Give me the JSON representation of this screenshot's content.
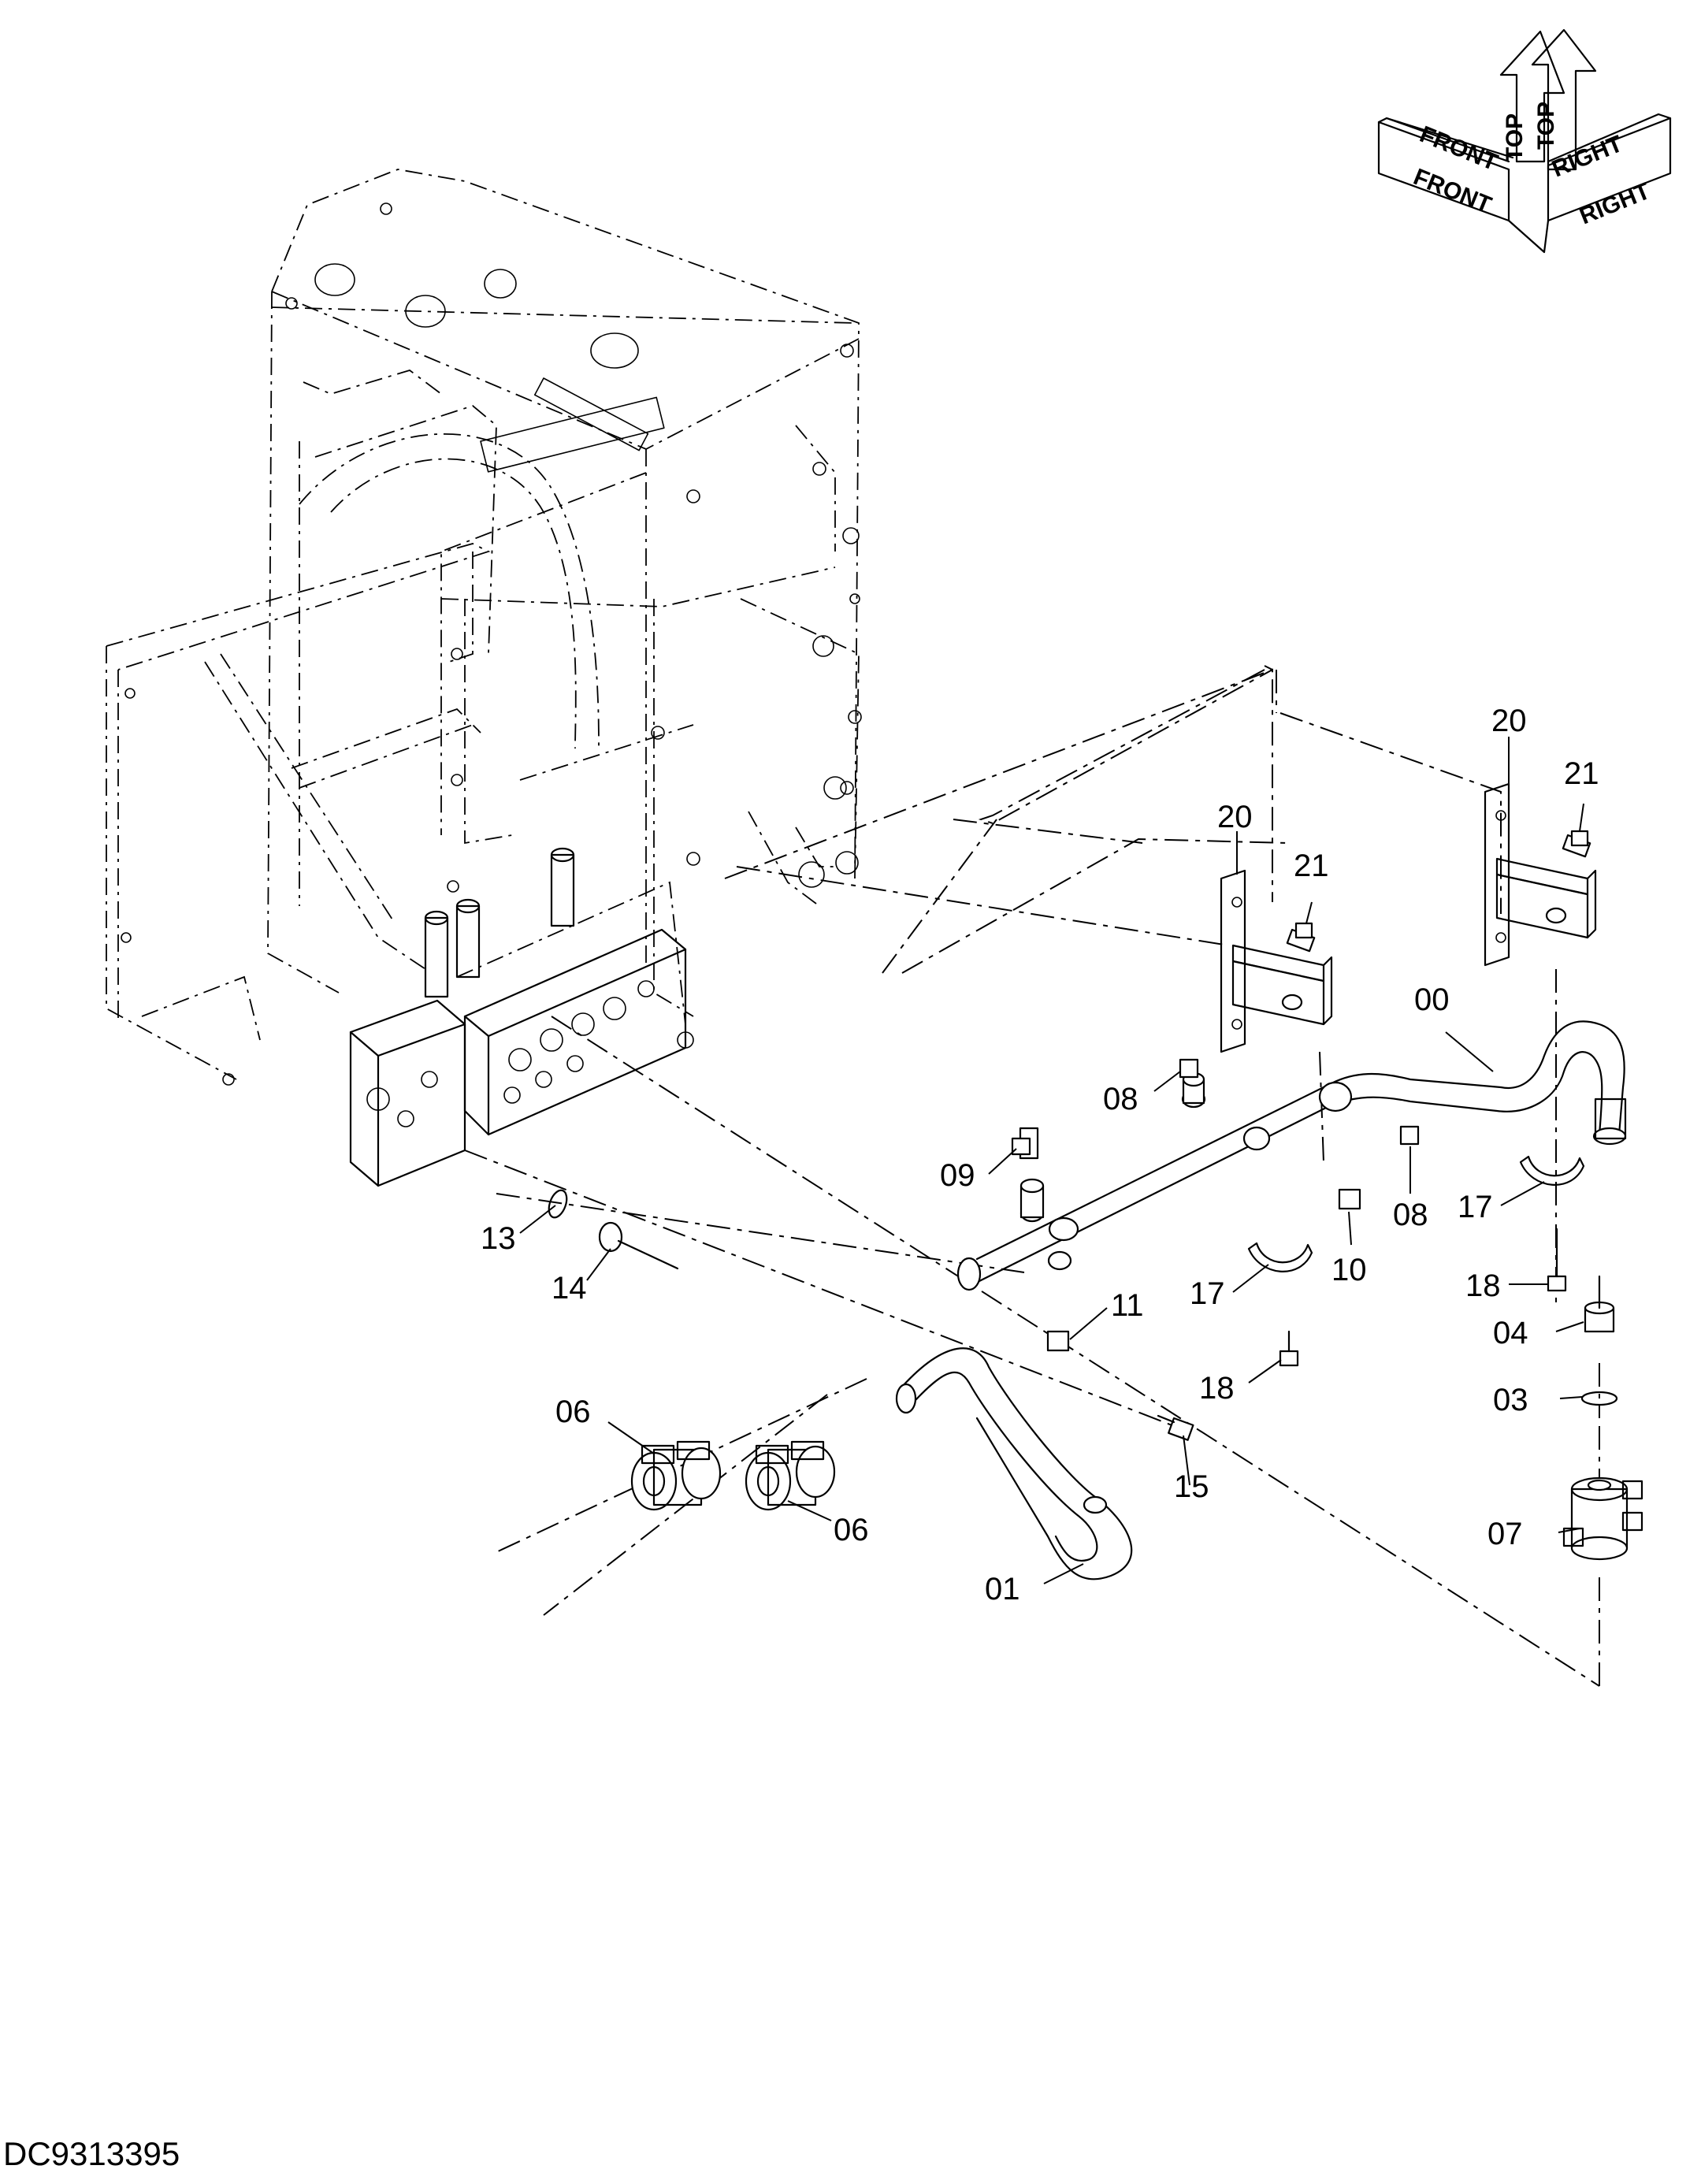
{
  "document_id": "DC9313395",
  "orientation": {
    "front": "FRONT",
    "top": "TOP",
    "right": "RIGHT"
  },
  "callouts": [
    {
      "label": "00",
      "part": "main-pipe"
    },
    {
      "label": "01",
      "part": "u-pipe"
    },
    {
      "label": "03",
      "part": "o-ring"
    },
    {
      "label": "04",
      "part": "adapter"
    },
    {
      "label": "06",
      "part": "clamp"
    },
    {
      "label": "06",
      "part": "clamp"
    },
    {
      "label": "07",
      "part": "clamp"
    },
    {
      "label": "08",
      "part": "plug"
    },
    {
      "label": "08",
      "part": "plug"
    },
    {
      "label": "09",
      "part": "elbow"
    },
    {
      "label": "10",
      "part": "nipple"
    },
    {
      "label": "11",
      "part": "nipple"
    },
    {
      "label": "13",
      "part": "o-ring"
    },
    {
      "label": "14",
      "part": "adapter"
    },
    {
      "label": "15",
      "part": "bolt"
    },
    {
      "label": "17",
      "part": "holder"
    },
    {
      "label": "17",
      "part": "holder"
    },
    {
      "label": "18",
      "part": "bolt"
    },
    {
      "label": "18",
      "part": "bolt"
    },
    {
      "label": "20",
      "part": "bracket"
    },
    {
      "label": "20",
      "part": "bracket"
    },
    {
      "label": "21",
      "part": "bolt"
    },
    {
      "label": "21",
      "part": "bolt"
    }
  ]
}
